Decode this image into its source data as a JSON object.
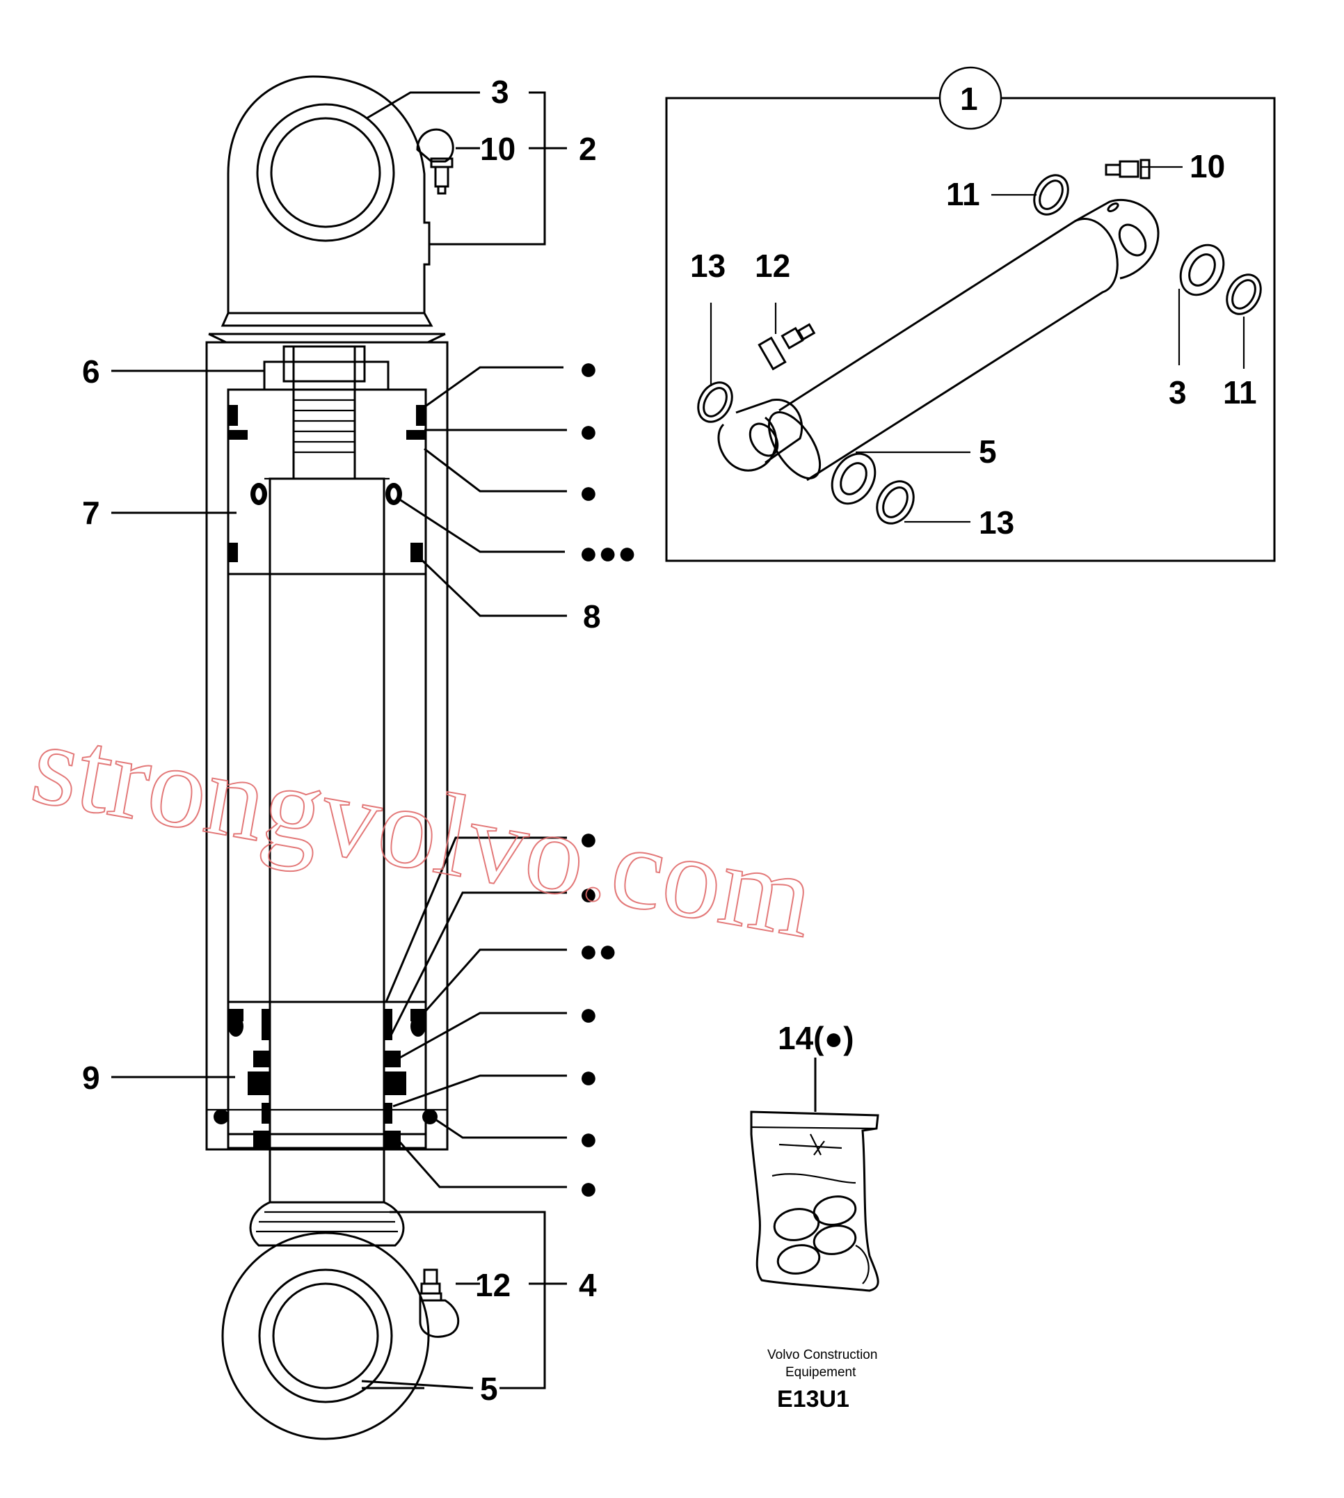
{
  "callouts": {
    "c3_top": "3",
    "c10_top": "10",
    "c2": "2",
    "c6": "6",
    "c7": "7",
    "c8": "8",
    "c9": "9",
    "c12_bot": "12",
    "c4": "4",
    "c5_bot": "5",
    "dot_1": "●",
    "dot_2": "●",
    "dot_3": "●",
    "dot_4": "●●●",
    "dot_5": "●",
    "dot_6": "●",
    "dot_7": "●●",
    "dot_8": "●",
    "dot_9": "●",
    "dot_10": "●",
    "dot_11": "●"
  },
  "inset": {
    "number": "1",
    "c10": "10",
    "c11_a": "11",
    "c13_a": "13",
    "c12": "12",
    "c3": "3",
    "c11_b": "11",
    "c5": "5",
    "c13_b": "13"
  },
  "kit": {
    "label": "14(●)"
  },
  "credit": {
    "line1": "Volvo Construction",
    "line2": "Equipement",
    "code": "E13U1"
  },
  "watermark": "strongvolvo.com"
}
